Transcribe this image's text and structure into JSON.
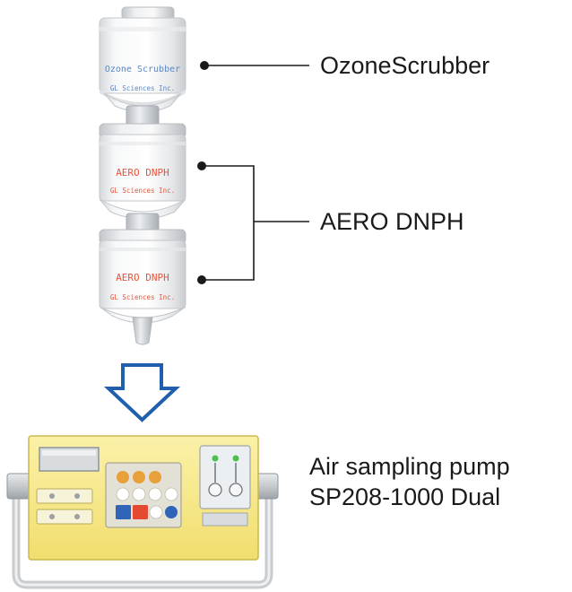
{
  "labels": {
    "ozone_scrubber": "OzoneScrubber",
    "aero_dnph": "AERO DNPH",
    "pump_line1": "Air sampling pump",
    "pump_line2": "SP208-1000 Dual"
  },
  "cartridges": {
    "top": {
      "brand_text": "Ozone Scrubber",
      "maker_text": "GL Sciences Inc."
    },
    "middle": {
      "brand_text": "AERO DNPH",
      "maker_text": "GL Sciences Inc."
    },
    "bottom": {
      "brand_text": "AERO DNPH",
      "maker_text": "GL Sciences Inc."
    }
  },
  "colors": {
    "ozone_text": "#5a86c8",
    "dnph_text": "#e8553a",
    "arrow": "#1f5fae",
    "pump_body": "#f6e68a",
    "button_orange": "#e8a13a",
    "button_blue": "#2f64b8",
    "button_red": "#e44a32",
    "led_green": "#4cc04c"
  }
}
